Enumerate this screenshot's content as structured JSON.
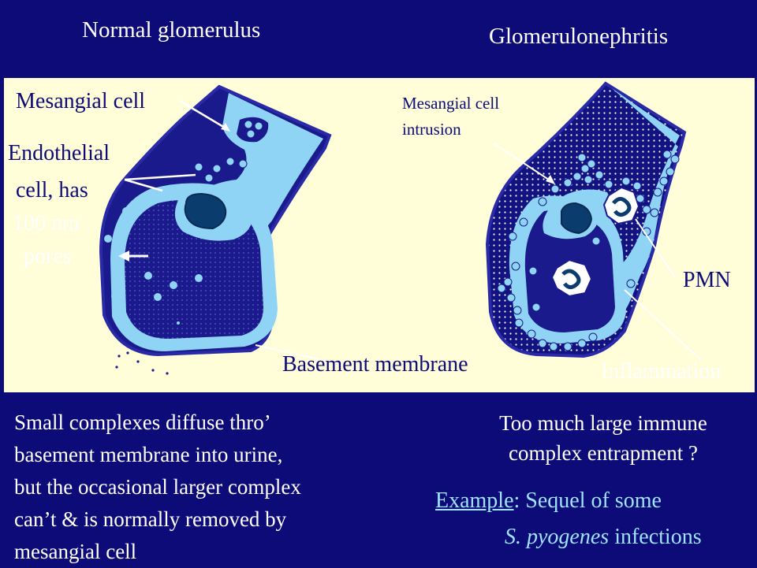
{
  "titles": {
    "left": "Normal glomerulus",
    "right": "Glomerulonephritis"
  },
  "labels": {
    "mesangial_cell": "Mesangial cell",
    "endothelial_1": "Endothelial",
    "endothelial_2": "cell, has",
    "endothelial_3": "100 nm",
    "endothelial_4": "pores",
    "basement_membrane": "Basement membrane",
    "mesangial_intrusion_1": "Mesangial  cell",
    "mesangial_intrusion_2": "intrusion",
    "pmn": "PMN",
    "inflammation": "Inflammation"
  },
  "bottom_left": {
    "line1": "Small complexes diffuse thro’",
    "line2": "basement membrane into urine,",
    "line3": "but the occasional larger complex",
    "line4": "can’t & is normally removed by",
    "line5": "mesangial  cell"
  },
  "bottom_right": {
    "line1": "Too much large immune",
    "line2": "complex entrapment ?",
    "example_word": "Example",
    "example_rest": ": Sequel of some",
    "species": "S. pyogenes",
    "infections": " infections"
  },
  "colors": {
    "background": "#0d0b78",
    "panel": "#fffed8",
    "light_blue": "#8fd3f5",
    "dark_blue": "#1a1a8c",
    "nucleus": "#0a3c6e",
    "cyan_text": "#9fe3ff"
  }
}
